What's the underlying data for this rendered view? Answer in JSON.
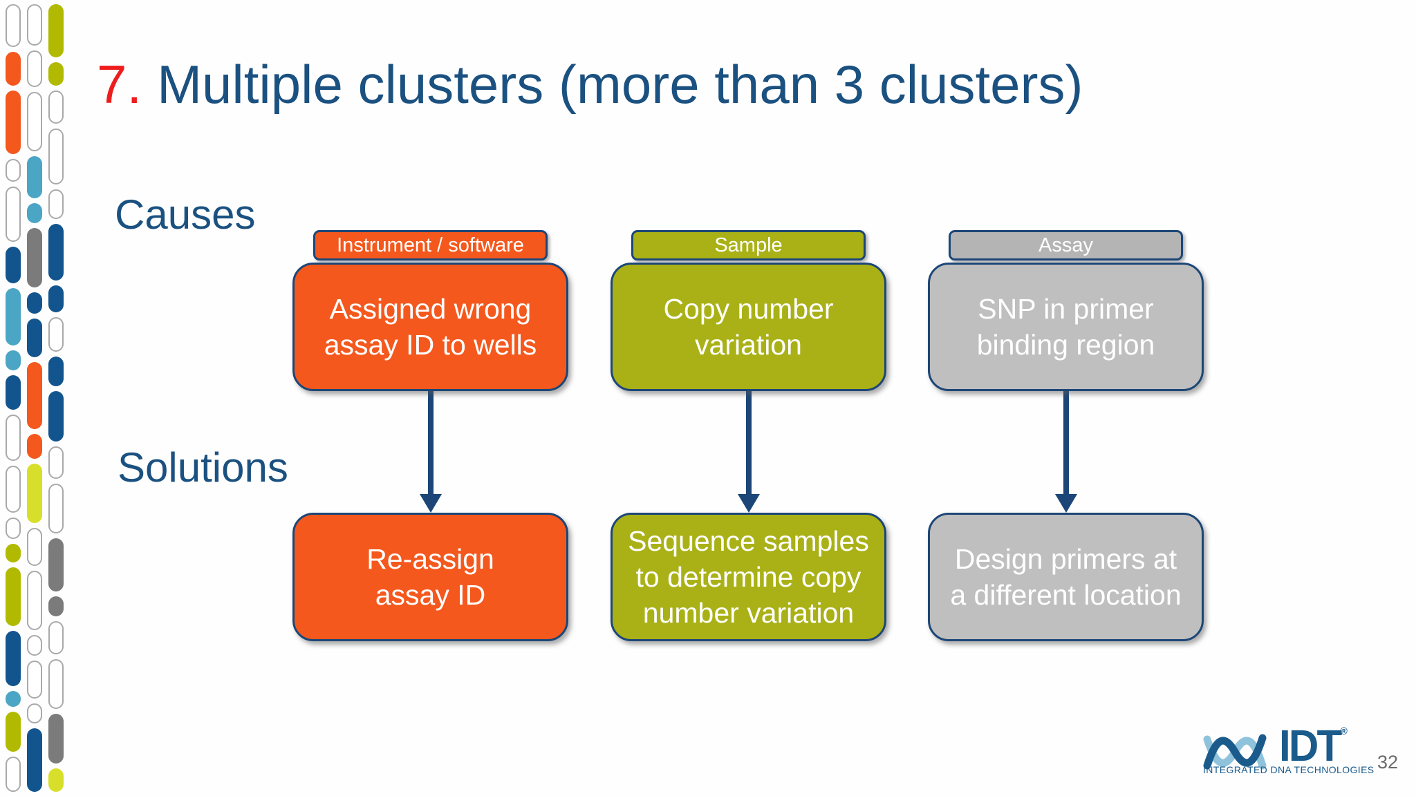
{
  "slide": {
    "title_number": "7.",
    "title_text": "Multiple clusters (more than 3 clusters)",
    "page_number": "32"
  },
  "sections": {
    "causes_label": "Causes",
    "solutions_label": "Solutions"
  },
  "columns": [
    {
      "header": "Instrument / software",
      "cause_lines": [
        "Assigned wrong",
        "assay ID to wells"
      ],
      "solution_lines": [
        "Re-assign",
        "assay ID"
      ],
      "tab_fill": "#F4581D",
      "box_fill": "#F4581D"
    },
    {
      "header": "Sample",
      "cause_lines": [
        "Copy number",
        "variation"
      ],
      "solution_lines": [
        "Sequence samples",
        "to determine copy",
        "number variation"
      ],
      "tab_fill": "#A9B117",
      "box_fill": "#A9B117"
    },
    {
      "header": "Assay",
      "cause_lines": [
        "SNP in primer",
        "binding region"
      ],
      "solution_lines": [
        "Design primers at",
        "a different location"
      ],
      "tab_fill": "#B4B4B4",
      "box_fill": "#BFBFBF"
    }
  ],
  "logo": {
    "name": "IDT",
    "registered_mark": "®",
    "tagline": "INTEGRATED DNA TECHNOLOGIES"
  },
  "colors": {
    "background": "#FEFEFE",
    "red_accent": "#EE1C1C",
    "title_navy": "#1B5180",
    "navy_border": "#1C4677",
    "arrow_navy": "#1C4677",
    "logo_navy": "#1A5B8C",
    "logo_lightblue": "#8FC3DC",
    "page_number_gray": "#6B6B6B"
  },
  "decoration": {
    "palette": {
      "w": "#FFFFFF",
      "wb": "#A9A9A9",
      "o": "#F4581D",
      "n": "#12558E",
      "t": "#4BA5C4",
      "g": "#7B7B7B",
      "ol": "#B1BA00",
      "lm": "#D7DF2A"
    },
    "strands": [
      [
        {
          "c": "w",
          "h": 60
        },
        {
          "c": "o",
          "h": 50
        },
        {
          "c": "o",
          "h": 95
        },
        {
          "c": "w",
          "h": 30
        },
        {
          "c": "w",
          "h": 78
        },
        {
          "c": "n",
          "h": 55
        },
        {
          "c": "t",
          "h": 85
        },
        {
          "c": "t",
          "h": 30
        },
        {
          "c": "n",
          "h": 52
        },
        {
          "c": "w",
          "h": 65
        },
        {
          "c": "w",
          "h": 65
        },
        {
          "c": "w",
          "h": 28
        },
        {
          "c": "ol",
          "h": 28
        },
        {
          "c": "ol",
          "h": 88
        },
        {
          "c": "n",
          "h": 82
        },
        {
          "c": "t",
          "h": 24
        },
        {
          "c": "ol",
          "h": 60
        },
        {
          "c": "w",
          "h": 48
        }
      ],
      [
        {
          "c": "w",
          "h": 55
        },
        {
          "c": "w",
          "h": 48
        },
        {
          "c": "w",
          "h": 80
        },
        {
          "c": "t",
          "h": 60
        },
        {
          "c": "t",
          "h": 28
        },
        {
          "c": "g",
          "h": 85
        },
        {
          "c": "n",
          "h": 30
        },
        {
          "c": "n",
          "h": 55
        },
        {
          "c": "o",
          "h": 95
        },
        {
          "c": "o",
          "h": 35
        },
        {
          "c": "lm",
          "h": 85
        },
        {
          "c": "w",
          "h": 50
        },
        {
          "c": "w",
          "h": 80
        },
        {
          "c": "w",
          "h": 25
        },
        {
          "c": "w",
          "h": 50
        },
        {
          "c": "w",
          "h": 25
        },
        {
          "c": "n",
          "h": 90
        }
      ],
      [
        {
          "c": "ol",
          "h": 80
        },
        {
          "c": "ol",
          "h": 35
        },
        {
          "c": "w",
          "h": 45
        },
        {
          "c": "w",
          "h": 80
        },
        {
          "c": "w",
          "h": 40
        },
        {
          "c": "n",
          "h": 85
        },
        {
          "c": "n",
          "h": 40
        },
        {
          "c": "w",
          "h": 48
        },
        {
          "c": "n",
          "h": 45
        },
        {
          "c": "n",
          "h": 75
        },
        {
          "c": "w",
          "h": 45
        },
        {
          "c": "w",
          "h": 70
        },
        {
          "c": "g",
          "h": 80
        },
        {
          "c": "g",
          "h": 30
        },
        {
          "c": "w",
          "h": 45
        },
        {
          "c": "w",
          "h": 70
        },
        {
          "c": "g",
          "h": 75
        },
        {
          "c": "lm",
          "h": 35
        }
      ]
    ]
  }
}
